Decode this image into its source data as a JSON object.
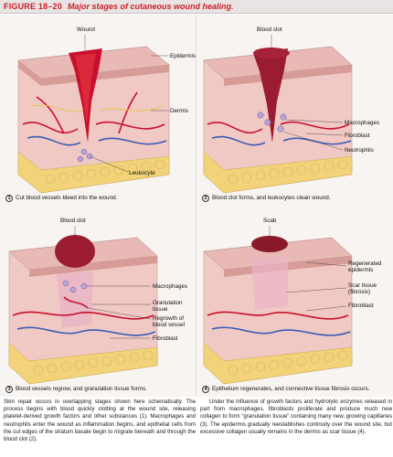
{
  "figure": {
    "number": "FIGURE 18–20",
    "title": "Major stages of cutaneous wound healing."
  },
  "panels": [
    {
      "labels": {
        "wound": "Wound",
        "epidermis": "Epidermis",
        "dermis": "Dermis",
        "leukocyte": "Leukocyte"
      },
      "caption_num": "1",
      "caption": "Cut blood vessels bleed into the wound."
    },
    {
      "labels": {
        "blood_clot": "Blood clot",
        "macrophages": "Macrophages",
        "fibroblast": "Fibroblast",
        "neutrophils": "Neutrophils"
      },
      "caption_num": "2",
      "caption": "Blood clot forms, and leukocytes clean wound."
    },
    {
      "labels": {
        "blood_clot": "Blood clot",
        "macrophages": "Macrophages",
        "granulation": "Granulation tissue",
        "regrowth": "Regrowth of blood vessel",
        "fibroblast": "Fibroblast"
      },
      "caption_num": "3",
      "caption": "Blood vessels regrow, and granulation tissue forms."
    },
    {
      "labels": {
        "scab": "Scab",
        "regenerated": "Regenerated epidermis",
        "scar": "Scar tissue (fibrosis)",
        "fibroblast": "Fibroblast"
      },
      "caption_num": "4",
      "caption": "Epithelium regenerates, and connective tissue fibrosis occurs."
    }
  ],
  "body": {
    "left": "Skin repair occurs in overlapping stages shown here schematically. The process begins with blood quickly clotting at the wound site, releasing platelet-derived growth factors and other substances (1). Macrophages and neutrophils enter the wound as inflammation begins, and epithelial cells from the cut edges of the stratum basale begin to migrate beneath and through the blood clot (2).",
    "right": "Under the influence of growth factors and hydrolytic enzymes released in part from macrophages, fibroblasts proliferate and produce much new collagen to form “granulation tissue” containing many new, growing capillaries (3). The epidermis gradually reestablishes continuity over the wound site, but excessive collagen usually remains in the dermis as scar tissue (4)."
  },
  "colors": {
    "accent": "#cc2027",
    "skin_top": "#e9b9b5",
    "dermis": "#f1c9c4",
    "blood": "#c8102e",
    "clot": "#9b1b30",
    "fat": "#f2d37a",
    "vein": "#3a5db4"
  }
}
